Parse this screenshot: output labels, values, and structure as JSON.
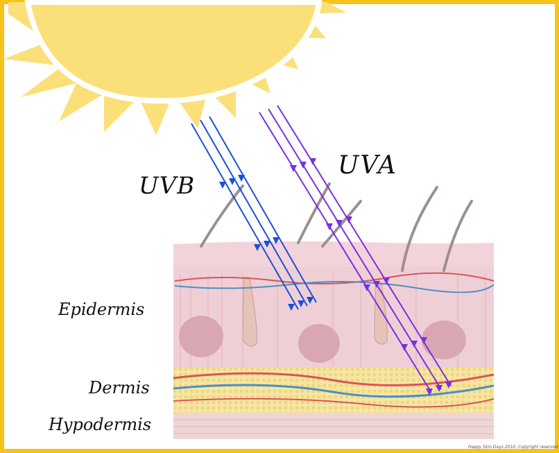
{
  "rays": {
    "uvb_label": "UVB",
    "uva_label": "UVA",
    "uvb_color": "#1a4fd6",
    "uva_color": "#7a2fe0"
  },
  "layers": {
    "epidermis": "Epidermis",
    "dermis": "Dermis",
    "hypodermis": "Hypodermis"
  },
  "credit": "Happy Skin Days 2010. Copyright reserved",
  "colors": {
    "border": "#f6c21b",
    "sun": "#fbe07a",
    "skin_epidermis": "#f0c9d2",
    "skin_dermis": "#e9bfc9",
    "fat": "#f5e3a0",
    "hypodermis": "#efd6d6"
  }
}
